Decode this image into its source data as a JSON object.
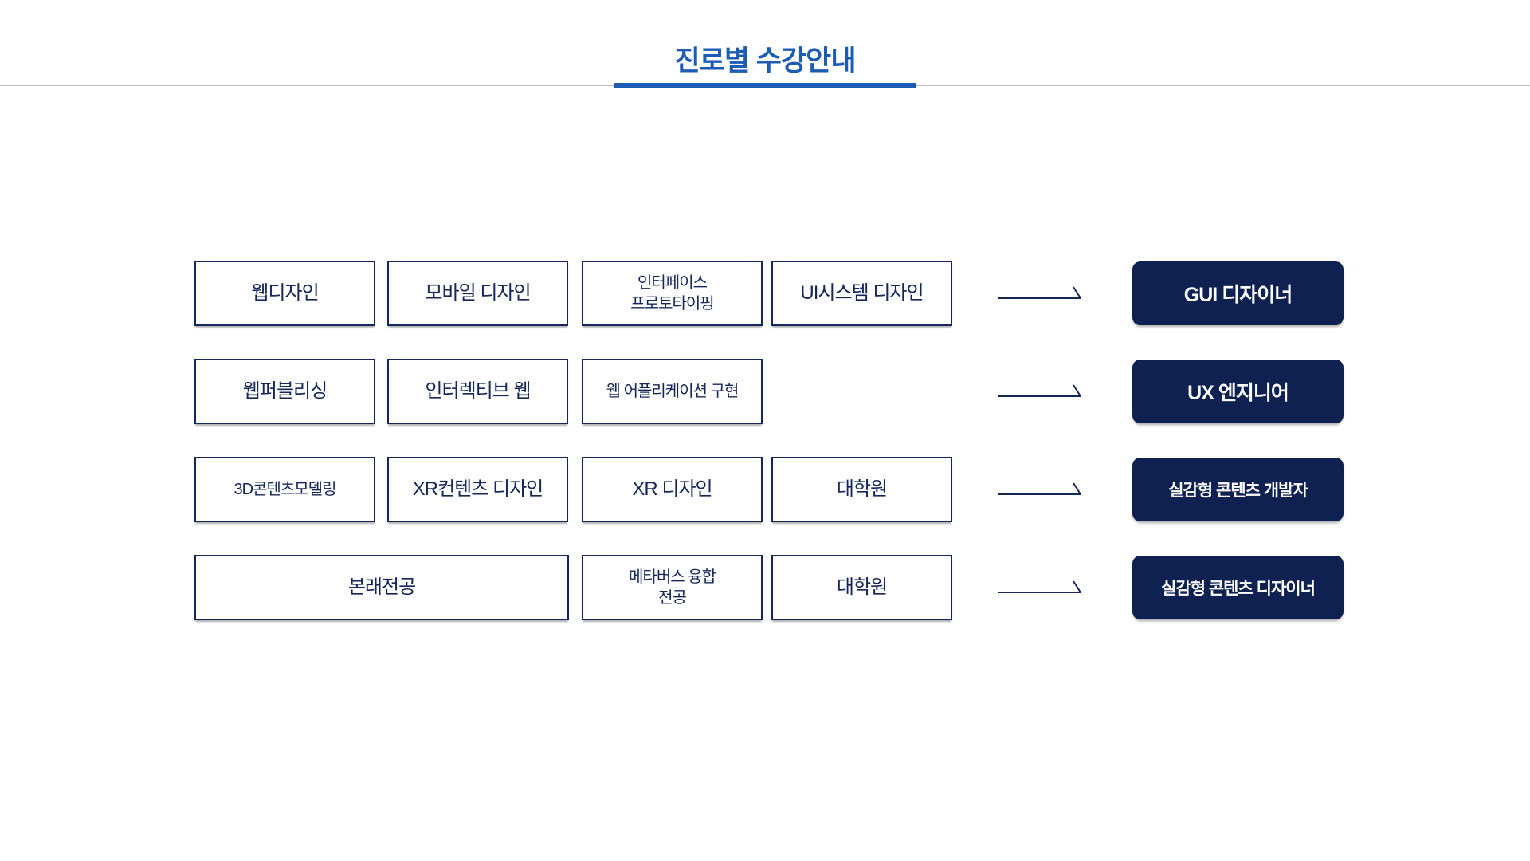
{
  "header": {
    "title": "진로별 수강안내",
    "title_color": "#1d5cb4",
    "underline_color": "#1d5cb4",
    "divider_color": "#bcbcbc"
  },
  "colors": {
    "navy_border_text": "#15265a",
    "career_box_bg": "#0e2150",
    "career_box_text": "#ffffff",
    "background": "#ffffff"
  },
  "rows": [
    {
      "courses": [
        {
          "label": "웹디자인"
        },
        {
          "label": "모바일 디자인"
        },
        {
          "label": "인터페이스\n프로토타이핑"
        },
        {
          "label": "UI시스템 디자인"
        }
      ],
      "career": "GUI 디자이너"
    },
    {
      "courses": [
        {
          "label": "웹퍼블리싱"
        },
        {
          "label": "인터렉티브 웹"
        },
        {
          "label": "웹 어플리케이션 구현"
        }
      ],
      "career": "UX 엔지니어"
    },
    {
      "courses": [
        {
          "label": "3D콘텐츠모델링"
        },
        {
          "label": "XR컨텐츠 디자인"
        },
        {
          "label": "XR 디자인"
        },
        {
          "label": "대학원"
        }
      ],
      "career": "실감형 콘텐츠 개발자"
    },
    {
      "courses": [
        {
          "label": "본래전공"
        },
        {
          "label": "메타버스 융합\n전공"
        },
        {
          "label": "대학원"
        }
      ],
      "career": "실감형 콘텐츠 디자이너"
    }
  ]
}
